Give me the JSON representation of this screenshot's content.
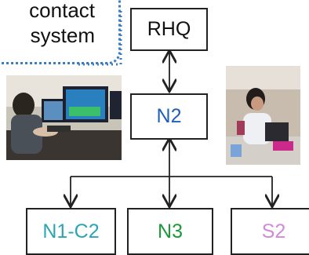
{
  "callout": {
    "line1": "contact",
    "line2": "system",
    "border_color": "#3a7cc0"
  },
  "nodes": {
    "rhq": {
      "label": "RHQ",
      "color": "#111111"
    },
    "n2": {
      "label": "N2",
      "color": "#1f5fb8"
    },
    "n1c2": {
      "label": "N1-C2",
      "color": "#2aa6b3"
    },
    "n3": {
      "label": "N3",
      "color": "#1a9a3a"
    },
    "s2": {
      "label": "S2",
      "color": "#d08ad6"
    }
  },
  "photos": {
    "left": {
      "icon": "operator-at-monitors-photo"
    },
    "right": {
      "icon": "person-on-phone-photo"
    }
  }
}
